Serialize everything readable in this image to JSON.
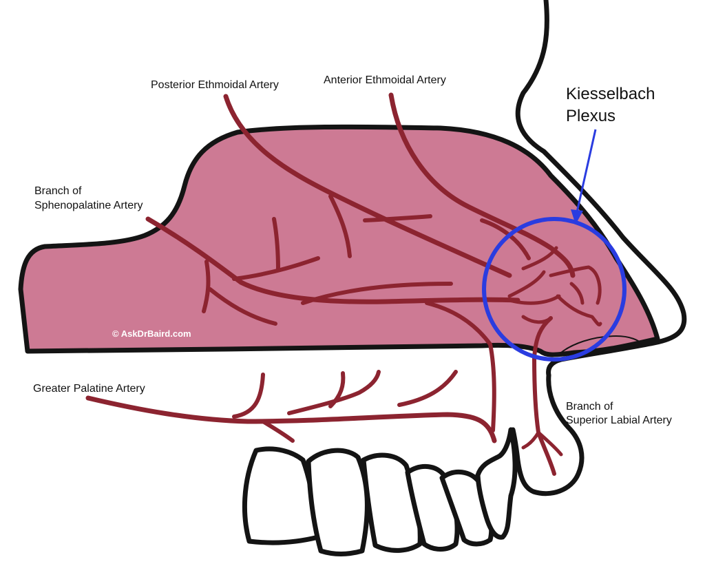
{
  "diagram": {
    "labels": {
      "posterior_ethmoidal": "Posterior Ethmoidal Artery",
      "anterior_ethmoidal": "Anterior Ethmoidal Artery",
      "kiesselbach_line1": "Kiesselbach",
      "kiesselbach_line2": "Plexus",
      "sphenopalatine_line1": "Branch of",
      "sphenopalatine_line2": "Sphenopalatine Artery",
      "greater_palatine": "Greater Palatine Artery",
      "superior_labial_line1": "Branch of",
      "superior_labial_line2": "Superior Labial Artery"
    },
    "watermark": "© AskDrBaird.com",
    "colors": {
      "septum_fill": "#cd7a94",
      "outline": "#141414",
      "artery": "#8c2430",
      "highlight_circle": "#2a3ce0",
      "pointer_arrow": "#2a3ce0"
    }
  }
}
